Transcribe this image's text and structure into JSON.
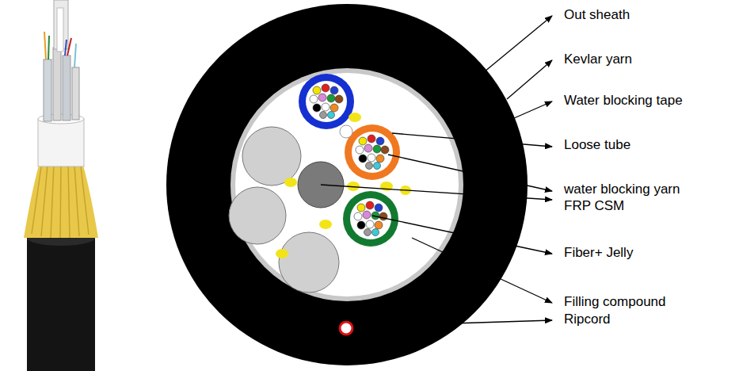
{
  "diagram": {
    "labels": [
      "Out sheath",
      "Kevlar yarn",
      "Water blocking tape",
      "Loose tube",
      "water blocking yarn",
      "FRP CSM",
      "Fiber+ Jelly",
      "Filling compound",
      "Ripcord"
    ]
  }
}
